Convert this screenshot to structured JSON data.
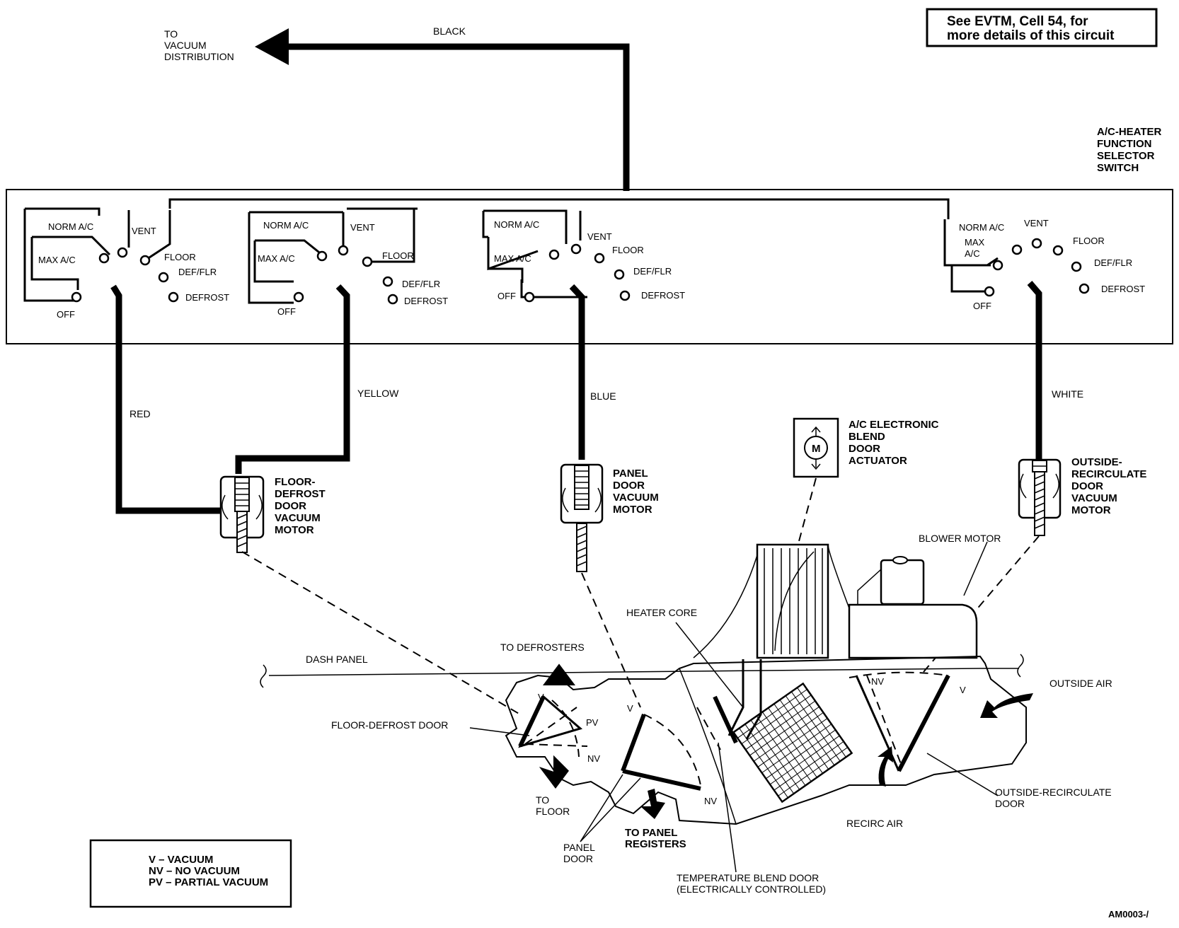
{
  "note": {
    "line1": "See EVTM, Cell 54, for",
    "line2": "more details of this circuit"
  },
  "top_arrow": {
    "to_lines": [
      "TO",
      "VACUUM",
      "DISTRIBUTION"
    ],
    "color": "BLACK"
  },
  "switch_title": [
    "A/C-HEATER",
    "FUNCTION",
    "SELECTOR",
    "SWITCH"
  ],
  "positions": {
    "norm_ac": "NORM A/C",
    "max_ac": "MAX A/C",
    "max": "MAX",
    "ac": "A/C",
    "vent": "VENT",
    "floor": "FLOOR",
    "def_flr": "DEF/FLR",
    "defrost": "DEFROST",
    "off": "OFF"
  },
  "hoses": {
    "red": "RED",
    "yellow": "YELLOW",
    "blue": "BLUE",
    "white": "WHITE"
  },
  "motors": {
    "floor_defrost": [
      "FLOOR-",
      "DEFROST",
      "DOOR",
      "VACUUM",
      "MOTOR"
    ],
    "panel": [
      "PANEL",
      "DOOR",
      "VACUUM",
      "MOTOR"
    ],
    "outside_recirc": [
      "OUTSIDE-",
      "RECIRCULATE",
      "DOOR",
      "VACUUM",
      "MOTOR"
    ]
  },
  "actuator": {
    "lines": [
      "A/C ELECTRONIC",
      "BLEND",
      "DOOR",
      "ACTUATOR"
    ],
    "symbol": "M"
  },
  "labels": {
    "blower_motor": "BLOWER MOTOR",
    "heater_core": "HEATER CORE",
    "to_defrosters": "TO DEFROSTERS",
    "dash_panel": "DASH PANEL",
    "outside_air": "OUTSIDE AIR",
    "floor_defrost_door": "FLOOR-DEFROST DOOR",
    "to_floor": [
      "TO",
      "FLOOR"
    ],
    "panel_door": [
      "PANEL",
      "DOOR"
    ],
    "to_panel_registers": [
      "TO PANEL",
      "REGISTERS"
    ],
    "recirc_air": "RECIRC AIR",
    "outside_recirc_door": [
      "OUTSIDE-RECIRCULATE",
      "DOOR"
    ],
    "temp_blend_door": [
      "TEMPERATURE BLEND DOOR",
      "(ELECTRICALLY CONTROLLED)"
    ],
    "v": "V",
    "nv": "NV",
    "pv": "PV"
  },
  "legend": [
    "V – VACUUM",
    "NV – NO VACUUM",
    "PV – PARTIAL VACUUM"
  ],
  "figure_code": "AM0003-/"
}
